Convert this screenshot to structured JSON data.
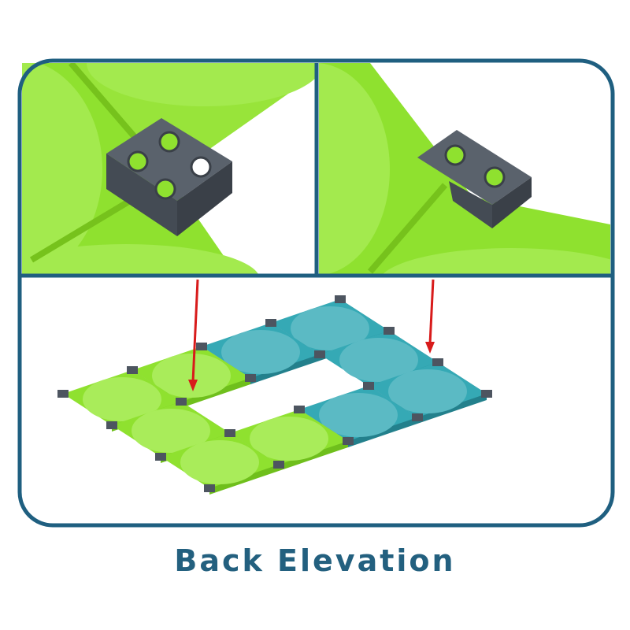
{
  "caption": "Back Elevation",
  "colors": {
    "frame": "#1f5f80",
    "green_tile": "#8fe12f",
    "green_disc": "#a9ec5a",
    "teal_tile": "#35a9b5",
    "teal_disc": "#5bbac4",
    "connector": "#4d5560",
    "arrow": "#d81b1b"
  },
  "assembly": {
    "tiles": [
      {
        "col": 0,
        "row": 0,
        "color": "green"
      },
      {
        "col": 1,
        "row": 0,
        "color": "green"
      },
      {
        "col": 0,
        "row": 1,
        "color": "green"
      },
      {
        "col": 0,
        "row": 2,
        "color": "green"
      },
      {
        "col": 1,
        "row": 2,
        "color": "green"
      },
      {
        "col": 2,
        "row": 0,
        "color": "teal"
      },
      {
        "col": 3,
        "row": 0,
        "color": "teal"
      },
      {
        "col": 3,
        "row": 1,
        "color": "teal"
      },
      {
        "col": 3,
        "row": 2,
        "color": "teal"
      },
      {
        "col": 2,
        "row": 2,
        "color": "teal"
      }
    ]
  }
}
